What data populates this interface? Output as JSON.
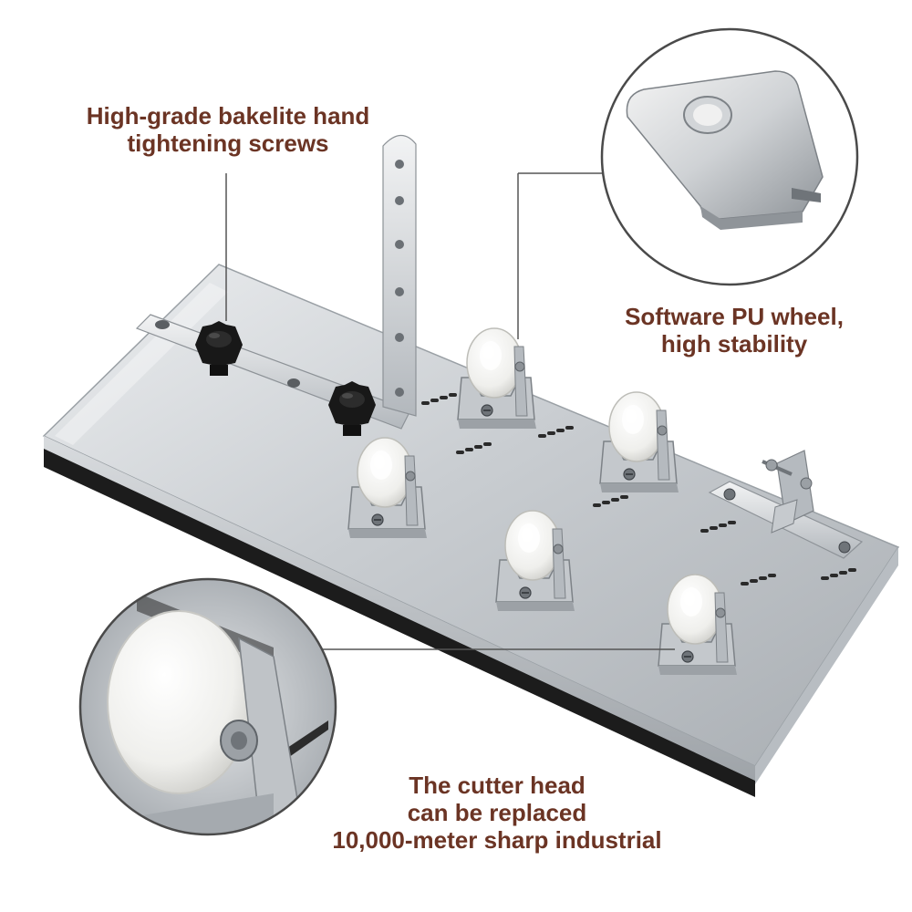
{
  "captions": {
    "screws": {
      "line1": "High-grade bakelite hand",
      "line2": "tightening screws"
    },
    "wheel": {
      "line1": "Software PU wheel,",
      "line2": "high stability"
    },
    "cutter": {
      "line1": "The cutter head",
      "line2": "can be replaced",
      "line3": "10,000-meter sharp industrial"
    }
  },
  "colors": {
    "caption_text": "#6b3424",
    "callout_ring": "#555555",
    "steel_light": "#e4e6e8",
    "steel_mid": "#bfc3c7",
    "steel_dark": "#8e9398",
    "rubber_strip": "#1c1c1c",
    "wheel_white": "#f7f7f5",
    "knob_black": "#161616"
  },
  "icons": {
    "knob": "hand-tightening-screw-icon",
    "caster": "pu-caster-wheel-icon",
    "cutter": "cutter-head-icon"
  }
}
